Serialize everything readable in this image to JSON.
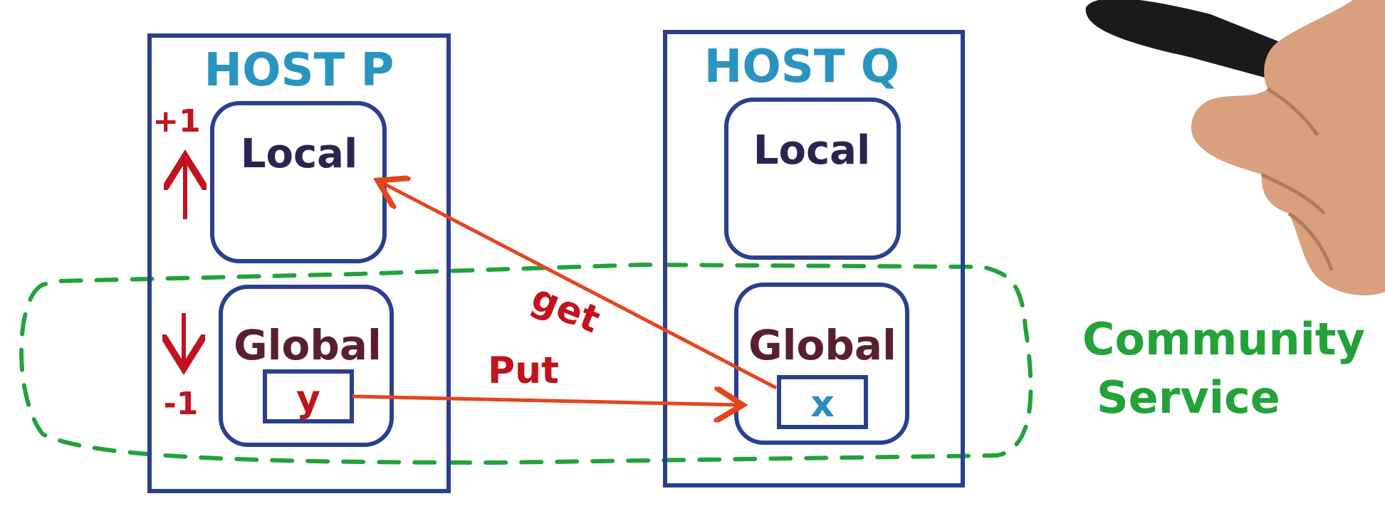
{
  "diagram": {
    "hosts": [
      {
        "title": "HOST P",
        "local_label": "Local",
        "global_label": "Global",
        "variable": "y"
      },
      {
        "title": "HOST Q",
        "local_label": "Local",
        "global_label": "Global",
        "variable": "x"
      }
    ],
    "counter_up_label": "+1",
    "counter_down_label": "-1",
    "arrows": {
      "get_label": "get",
      "put_label": "Put"
    },
    "community": {
      "line1": "Community",
      "line2": "Service"
    }
  },
  "colors": {
    "box_blue": "#2b3f8f",
    "title_teal": "#2a94c0",
    "local_text": "#2a2452",
    "global_text": "#5a1f2e",
    "red": "#c2121e",
    "orange_arrow": "#e3461e",
    "green": "#23a23a",
    "x_blue": "#2a8fc0"
  }
}
